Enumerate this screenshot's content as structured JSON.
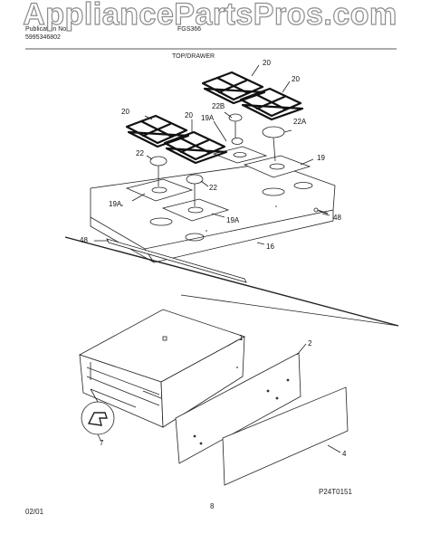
{
  "watermark": {
    "text": "AppliancePartsPros.com"
  },
  "header": {
    "publication_label": "Publication No.",
    "publication_number": "5995346802",
    "model": "FGS366",
    "section_title": "TOP/DRAWER"
  },
  "callouts": {
    "grate_rear_left": "20",
    "grate_rear_right": "20",
    "grate_front_left": "20",
    "grate_front_right": "20",
    "cap_22b": "22B",
    "head_19a_rear": "19A",
    "cap_22a": "22A",
    "cap_22_left": "22",
    "cap_22_center": "22",
    "head_19_right": "19",
    "head_19a_left": "19A",
    "head_19a_center": "19A",
    "screw_48_right": "48",
    "trim_48_left": "48",
    "cooktop_16": "16",
    "drawer_1": "1",
    "drawer_panel_2": "2",
    "drawer_front_4": "4",
    "clip_7": "7"
  },
  "footer": {
    "date": "02/01",
    "page_number": "8",
    "figure_code": "P24T0151"
  }
}
